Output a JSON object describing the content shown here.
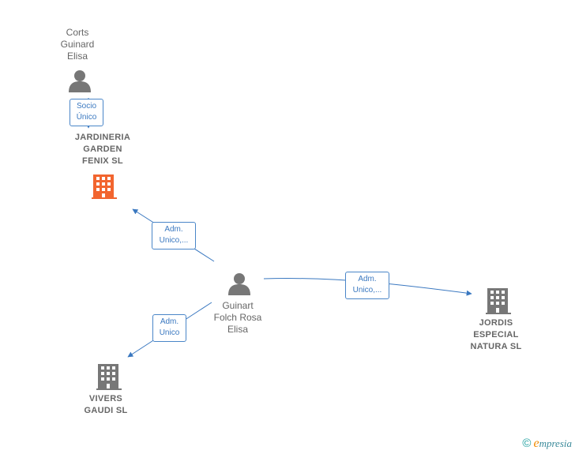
{
  "nodes": {
    "corts": {
      "label": "Corts\nGuinard\nElisa",
      "type": "person"
    },
    "jardineria": {
      "label": "JARDINERIA\nGARDEN\nFENIX  SL",
      "type": "company",
      "color": "#f2652f"
    },
    "guinart": {
      "label": "Guinart\nFolch Rosa\nElisa",
      "type": "person"
    },
    "jordis": {
      "label": "JORDIS\nESPECIAL\nNATURA SL",
      "type": "company",
      "color": "#777777"
    },
    "vivers": {
      "label": "VIVERS\nGAUDI SL",
      "type": "company",
      "color": "#777777"
    }
  },
  "edges": {
    "socio": {
      "label": "Socio\nÚnico"
    },
    "adm_jardineria": {
      "label": "Adm.\nUnico,..."
    },
    "adm_jordis": {
      "label": "Adm.\nUnico,..."
    },
    "adm_vivers": {
      "label": "Adm.\nUnico"
    }
  },
  "colors": {
    "edge": "#3a78c0",
    "person_icon": "#777777",
    "text": "#666666"
  },
  "footer": {
    "copyright": "©",
    "brand_initial": "e",
    "brand_rest": "mpresia"
  }
}
